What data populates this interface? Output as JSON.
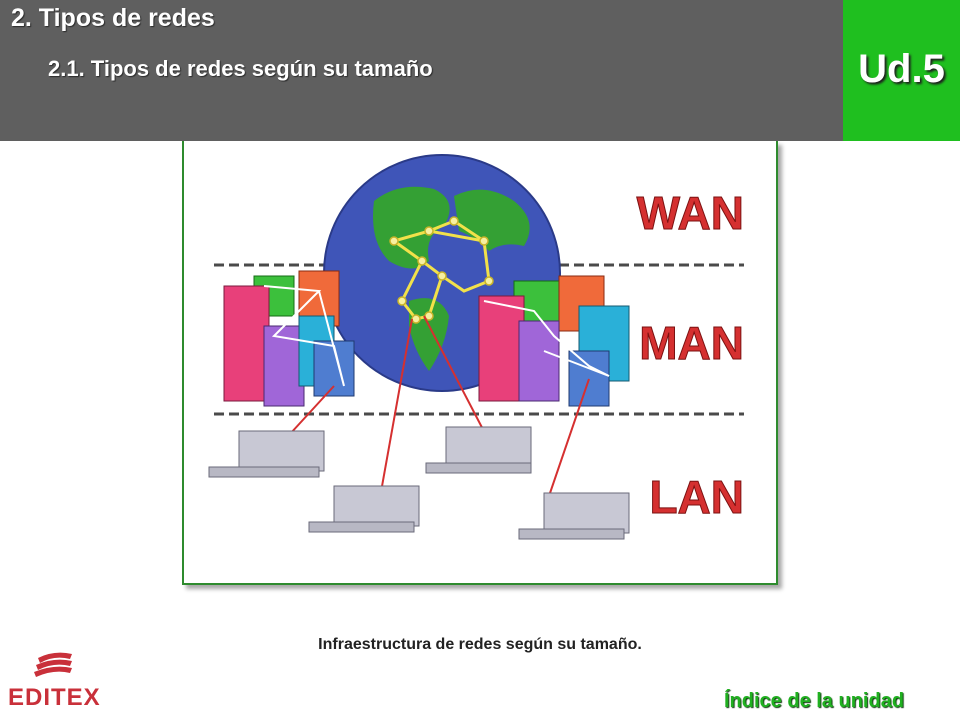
{
  "header": {
    "title": "2. Tipos de redes",
    "subtitle": "2.1. Tipos de redes según su tamaño",
    "unit": "Ud.5"
  },
  "figure": {
    "labels": {
      "wan": "WAN",
      "man": "MAN",
      "lan": "LAN"
    },
    "caption": "Infraestructura de redes según su tamaño."
  },
  "footer": {
    "logo": "EDITEX",
    "index_link": "Índice de la unidad"
  },
  "colors": {
    "header_bg": "#5f5f5f",
    "badge_bg": "#1fbf1f",
    "accent_red": "#d53030",
    "link_green": "#20b020",
    "logo_red": "#c9303a"
  }
}
